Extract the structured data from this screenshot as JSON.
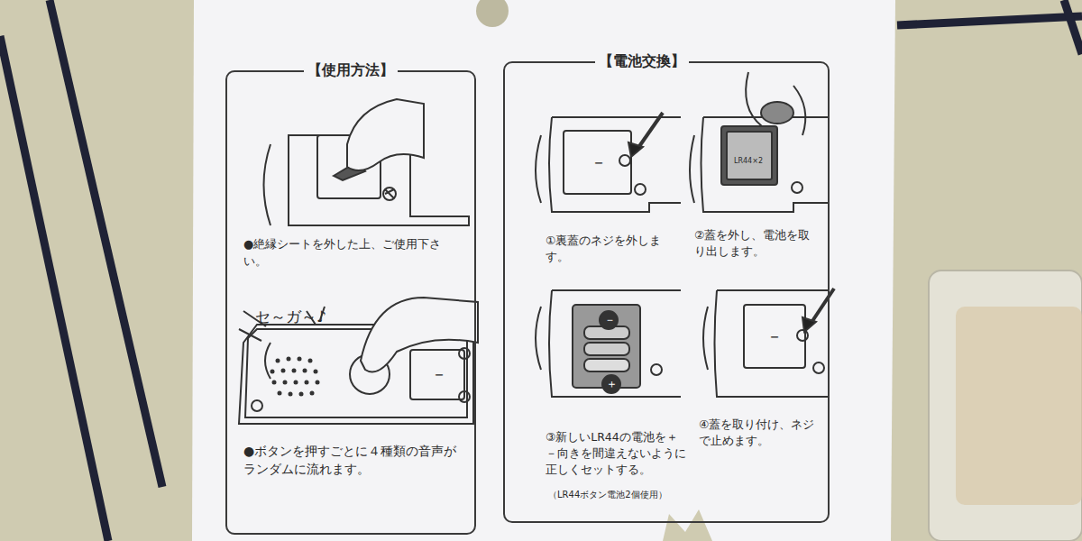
{
  "diagram": {
    "nodes": [
      {
        "text": [
          "【使用方法】",
          "●絶縁シートを外した上、ご使用下さい。",
          "●ボタンを押すごとに４種類の音声がランダムに流れます。"
        ]
      },
      {
        "text": [
          "【電池交換】",
          "①裏蓋のネジを外します。",
          "②蓋を外し、電池を取り出します。",
          "③新しいLR44の電池を＋－向きを間違えないように正しくセットする。",
          "（LR44ボタン電池2個使用）",
          "④蓋を取り付け、ネジで止めます。"
        ]
      }
    ],
    "labels": [
      "セ～ガ～♪",
      "－",
      "－",
      "－",
      "LR44×2",
      "－",
      "＋"
    ]
  }
}
